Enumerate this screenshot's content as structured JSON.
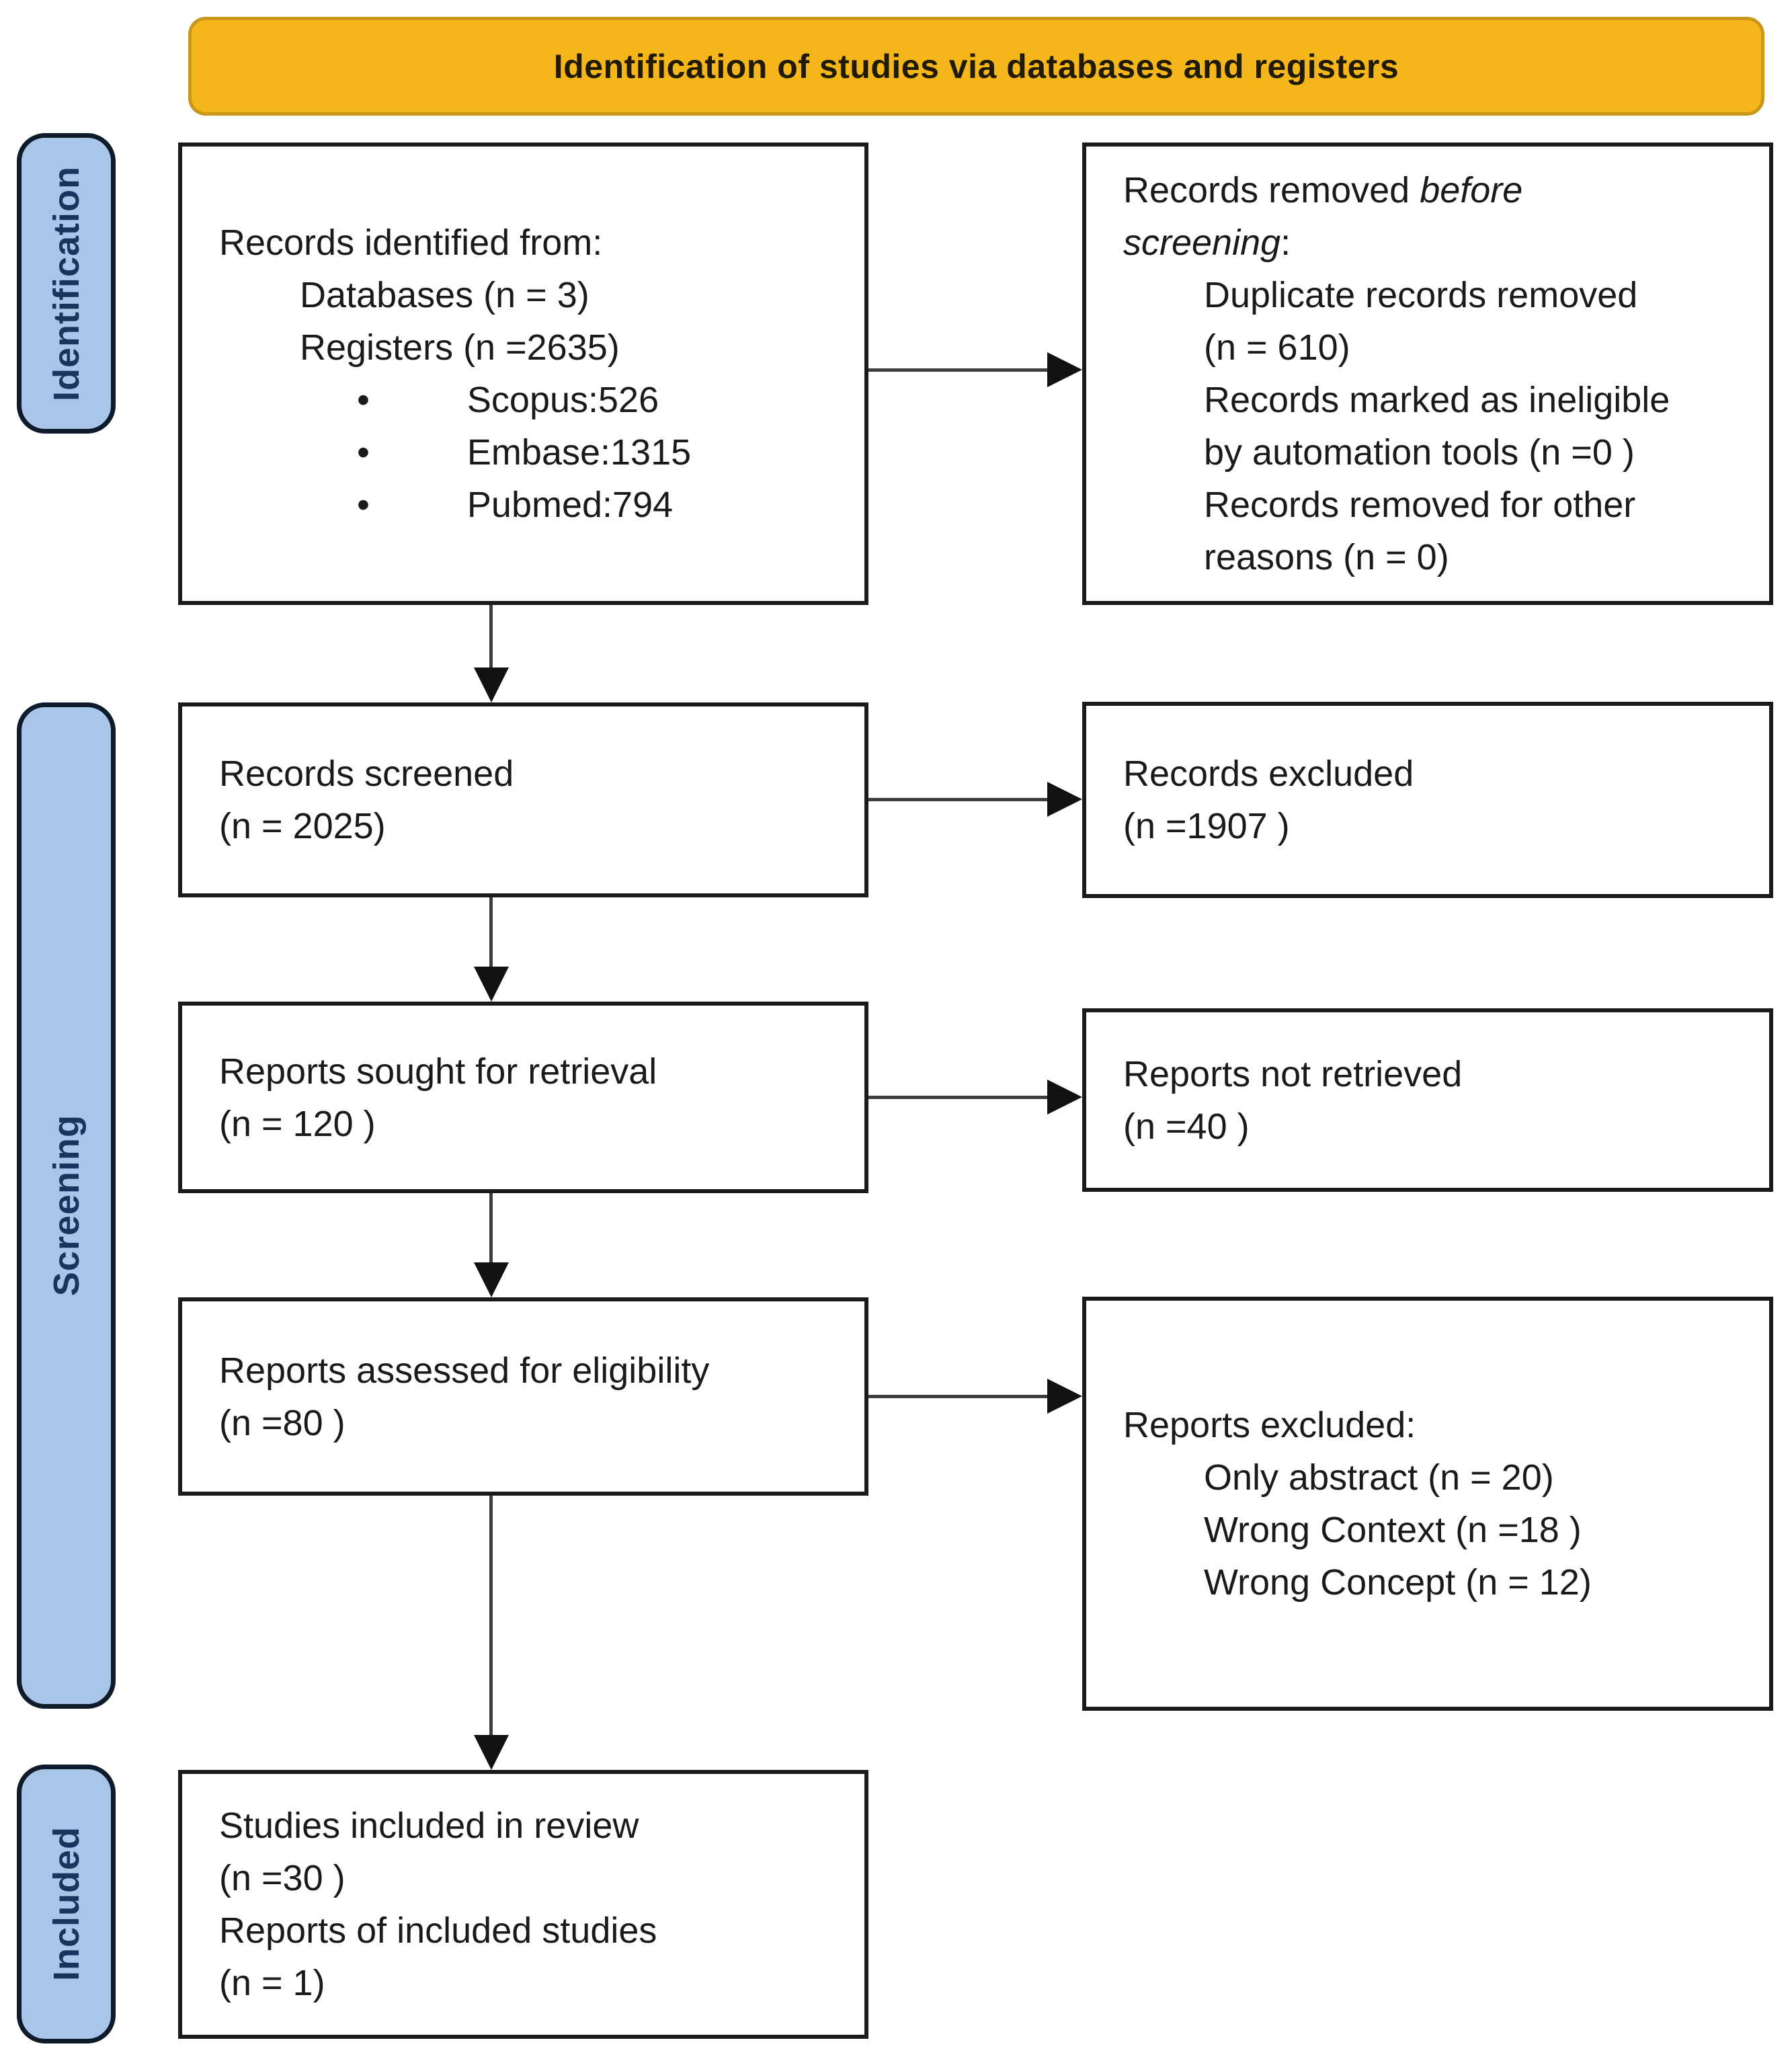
{
  "banner": {
    "title": "Identification of studies via databases and registers"
  },
  "stages": [
    {
      "label": "Identification"
    },
    {
      "label": "Screening"
    },
    {
      "label": "Included"
    }
  ],
  "icons": {
    "bullet": "•"
  },
  "colors": {
    "banner_bg": "#F5B61C",
    "banner_border": "#C9971A",
    "stage_bg": "#A9C6E8",
    "stage_border": "#0E1B2B",
    "stage_text": "#16365D",
    "box_border": "#1A1A1A",
    "arrow": "#3F3F3F"
  },
  "boxes": {
    "records_identified": {
      "lines": [
        "Records identified from:",
        "Databases (n = 3)",
        "Registers (n =2635)"
      ],
      "bullets": [
        "Scopus:526",
        "Embase:1315",
        "Pubmed:794"
      ]
    },
    "records_removed": {
      "title": {
        "regular": "Records removed ",
        "italic_line1": "before",
        "italic_line2": "screening",
        "after_italic": ":"
      },
      "items": [
        {
          "lines": [
            "Duplicate records removed",
            "(n = 610)"
          ]
        },
        {
          "lines": [
            "Records marked as ineligible",
            "by automation tools (n =0 )"
          ]
        },
        {
          "lines": [
            "Records removed for other",
            "reasons (n = 0)"
          ]
        }
      ]
    },
    "records_screened": {
      "lines": [
        "Records screened",
        "(n = 2025)"
      ]
    },
    "records_excluded": {
      "lines": [
        "Records excluded",
        "(n =1907 )"
      ]
    },
    "reports_sought": {
      "lines": [
        "Reports sought for retrieval",
        "(n = 120 )"
      ]
    },
    "reports_not_retrieved": {
      "lines": [
        "Reports not retrieved",
        "(n =40 )"
      ]
    },
    "reports_assessed": {
      "lines": [
        "Reports assessed for eligibility",
        "(n =80 )"
      ]
    },
    "reports_excluded": {
      "title": "Reports excluded:",
      "items": [
        "Only abstract (n = 20)",
        "Wrong Context (n =18 )",
        "Wrong Concept (n = 12)"
      ]
    },
    "studies_included": {
      "lines": [
        "Studies included in review",
        "(n =30 )",
        "Reports of included studies",
        "(n = 1)"
      ]
    }
  }
}
